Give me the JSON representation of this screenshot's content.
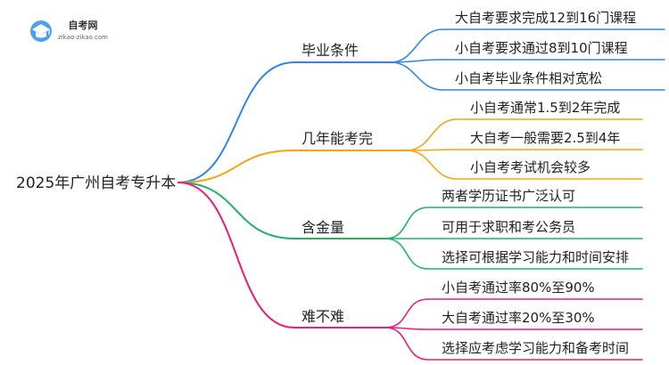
{
  "logo": {
    "name": "自考网",
    "url": "zikao-zikao.com"
  },
  "mindmap": {
    "root": "2025年广州自考专升本",
    "branches": [
      {
        "label": "毕业条件",
        "color": "#2f86e8",
        "leaves": [
          "大自考要求完成12到16门课程",
          "小自考要求通过8到10门课程",
          "小自考毕业条件相对宽松"
        ]
      },
      {
        "label": "几年能考完",
        "color": "#efa716",
        "leaves": [
          "小自考通常1.5到2年完成",
          "大自考一般需要2.5到4年",
          "小自考考试机会较多"
        ]
      },
      {
        "label": "含金量",
        "color": "#1fb36b",
        "leaves": [
          "两者学历证书广泛认可",
          "可用于求职和考公务员",
          "选择可根据学习能力和时间安排"
        ]
      },
      {
        "label": "难不难",
        "color": "#ea1f72",
        "leaves": [
          "小自考通过率80%至90%",
          "大自考通过率20%至30%",
          "选择应考虑学习能力和备考时间"
        ]
      }
    ]
  }
}
